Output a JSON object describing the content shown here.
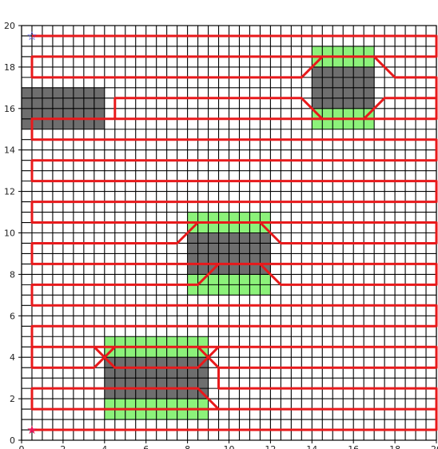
{
  "chart_data": {
    "type": "coverage-path-grid",
    "title": "",
    "xlabel": "",
    "ylabel": "",
    "xlim": [
      0,
      20
    ],
    "ylim": [
      0,
      20
    ],
    "grid_cell": 0.5,
    "grid": true,
    "xticks": [
      {
        "value": 0,
        "label": "0"
      },
      {
        "value": 2,
        "label": "2"
      },
      {
        "value": 4,
        "label": "4"
      },
      {
        "value": 6,
        "label": "6"
      },
      {
        "value": 8,
        "label": "8"
      },
      {
        "value": 10,
        "label": "10"
      },
      {
        "value": 12,
        "label": "12"
      },
      {
        "value": 14,
        "label": "14"
      },
      {
        "value": 16,
        "label": "16"
      },
      {
        "value": 18,
        "label": "18"
      },
      {
        "value": 20,
        "label": "20"
      }
    ],
    "yticks": [
      {
        "value": 0,
        "label": "0"
      },
      {
        "value": 2,
        "label": "2"
      },
      {
        "value": 4,
        "label": "4"
      },
      {
        "value": 6,
        "label": "6"
      },
      {
        "value": 8,
        "label": "8"
      },
      {
        "value": 10,
        "label": "10"
      },
      {
        "value": 12,
        "label": "12"
      },
      {
        "value": 14,
        "label": "14"
      },
      {
        "value": 16,
        "label": "16"
      },
      {
        "value": 18,
        "label": "18"
      },
      {
        "value": 20,
        "label": "20"
      }
    ],
    "obstacles": [
      {
        "x": [
          0,
          4
        ],
        "y": [
          15,
          17
        ]
      },
      {
        "x": [
          14,
          17
        ],
        "y": [
          16,
          18
        ]
      },
      {
        "x": [
          8,
          12
        ],
        "y": [
          8,
          10
        ]
      },
      {
        "x": [
          4,
          9
        ],
        "y": [
          2,
          4
        ]
      }
    ],
    "buffer_zones": [
      {
        "x": [
          14,
          17
        ],
        "y": [
          18,
          19
        ]
      },
      {
        "x": [
          14,
          17
        ],
        "y": [
          15,
          16
        ]
      },
      {
        "x": [
          8,
          12
        ],
        "y": [
          10,
          11
        ]
      },
      {
        "x": [
          8,
          12
        ],
        "y": [
          7,
          8
        ]
      },
      {
        "x": [
          4,
          9
        ],
        "y": [
          4,
          5
        ]
      },
      {
        "x": [
          4,
          9
        ],
        "y": [
          1,
          2
        ]
      }
    ],
    "path": {
      "color": "#e8191b",
      "points": [
        [
          0.5,
          0.5
        ],
        [
          20,
          0.5
        ],
        [
          20,
          1.5
        ],
        [
          0.5,
          1.5
        ],
        [
          0.5,
          2.5
        ],
        [
          8.5,
          2.5
        ],
        [
          9.5,
          1.5
        ],
        [
          20,
          1.5
        ],
        [
          20,
          2.5
        ],
        [
          9.5,
          2.5
        ],
        [
          9.5,
          3.5
        ],
        [
          20,
          3.5
        ],
        [
          20,
          4.5
        ],
        [
          9.5,
          4.5
        ],
        [
          8.5,
          3.5
        ],
        [
          4.5,
          3.5
        ],
        [
          3.5,
          4.5
        ],
        [
          0.5,
          4.5
        ],
        [
          0.5,
          3.5
        ],
        [
          3.5,
          3.5
        ],
        [
          4.5,
          4.5
        ],
        [
          8.5,
          4.5
        ],
        [
          9.5,
          3.5
        ],
        [
          20,
          3.5
        ],
        [
          20,
          4.5
        ],
        [
          0.5,
          4.5
        ],
        [
          0.5,
          5.5
        ],
        [
          20,
          5.5
        ],
        [
          20,
          6.5
        ],
        [
          0.5,
          6.5
        ],
        [
          0.5,
          7.5
        ],
        [
          8.5,
          7.5
        ],
        [
          9.5,
          8.5
        ],
        [
          11.5,
          8.5
        ],
        [
          12.5,
          7.5
        ],
        [
          20,
          7.5
        ],
        [
          20,
          8.5
        ],
        [
          0.5,
          8.5
        ],
        [
          0.5,
          9.5
        ],
        [
          7.5,
          9.5
        ],
        [
          8.5,
          10.5
        ],
        [
          11.5,
          10.5
        ],
        [
          12.5,
          9.5
        ],
        [
          20,
          9.5
        ],
        [
          20,
          10.5
        ],
        [
          0.5,
          10.5
        ],
        [
          0.5,
          11.5
        ],
        [
          20,
          11.5
        ],
        [
          20,
          12.5
        ],
        [
          0.5,
          12.5
        ],
        [
          0.5,
          13.5
        ],
        [
          20,
          13.5
        ],
        [
          20,
          14.5
        ],
        [
          0.5,
          14.5
        ],
        [
          0.5,
          15.5
        ],
        [
          20,
          15.5
        ],
        [
          20,
          16.5
        ],
        [
          17.5,
          16.5
        ],
        [
          16.5,
          15.5
        ],
        [
          14.5,
          15.5
        ],
        [
          13.5,
          16.5
        ],
        [
          4.5,
          16.5
        ],
        [
          4.5,
          15.5
        ],
        [
          20,
          15.5
        ],
        [
          20,
          17.5
        ],
        [
          18,
          17.5
        ],
        [
          17,
          18.5
        ],
        [
          14.5,
          18.5
        ],
        [
          13.5,
          17.5
        ],
        [
          0.5,
          17.5
        ],
        [
          0.5,
          18.5
        ],
        [
          20,
          18.5
        ],
        [
          20,
          19.5
        ],
        [
          0.5,
          19.5
        ]
      ]
    },
    "start_marker": {
      "x": 0.5,
      "y": 0.5,
      "symbol": "★",
      "color": "#e8195a"
    },
    "goal_marker": {
      "x": 0.5,
      "y": 19.5,
      "symbol": "☆",
      "color": "#3a3ae0"
    }
  }
}
